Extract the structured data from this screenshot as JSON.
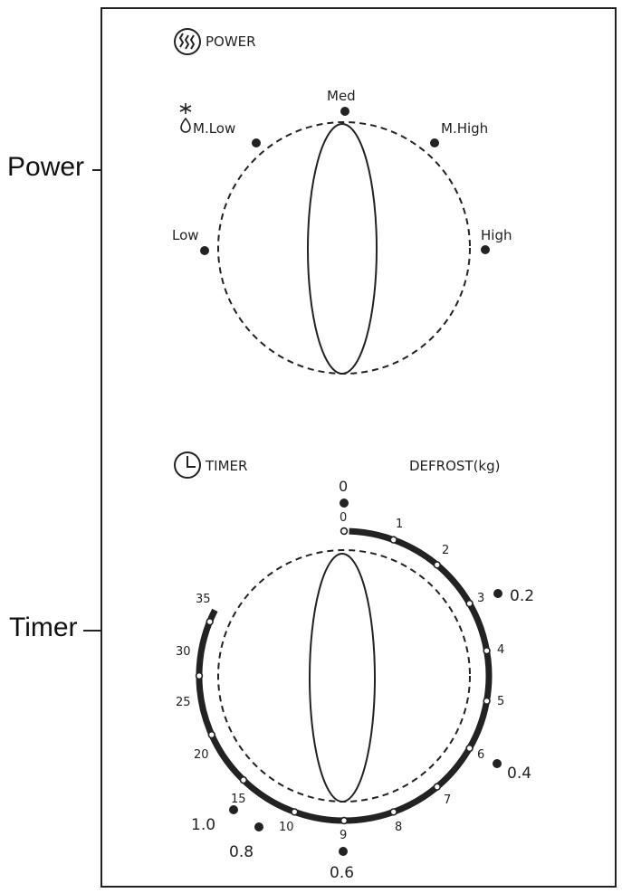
{
  "callouts": {
    "power": "Power",
    "timer": "Timer"
  },
  "power_section": {
    "icon": "microwave-waves-icon",
    "title": "POWER",
    "defrost_icon": "snowflake-drop-icon",
    "settings": [
      {
        "label": "Low"
      },
      {
        "label": "M.Low"
      },
      {
        "label": "Med"
      },
      {
        "label": "M.High"
      },
      {
        "label": "High"
      }
    ]
  },
  "timer_section": {
    "icon": "clock-icon",
    "title": "TIMER",
    "defrost_title": "DEFROST(kg)",
    "top_zero": "0",
    "minute_marks": [
      "0",
      "1",
      "2",
      "3",
      "4",
      "5",
      "6",
      "7",
      "8",
      "9",
      "10",
      "15",
      "20",
      "25",
      "30",
      "35"
    ],
    "defrost_weights": [
      "0.2",
      "0.4",
      "0.6",
      "0.8",
      "1.0"
    ]
  },
  "colors": {
    "ink": "#222222",
    "background": "#ffffff"
  }
}
